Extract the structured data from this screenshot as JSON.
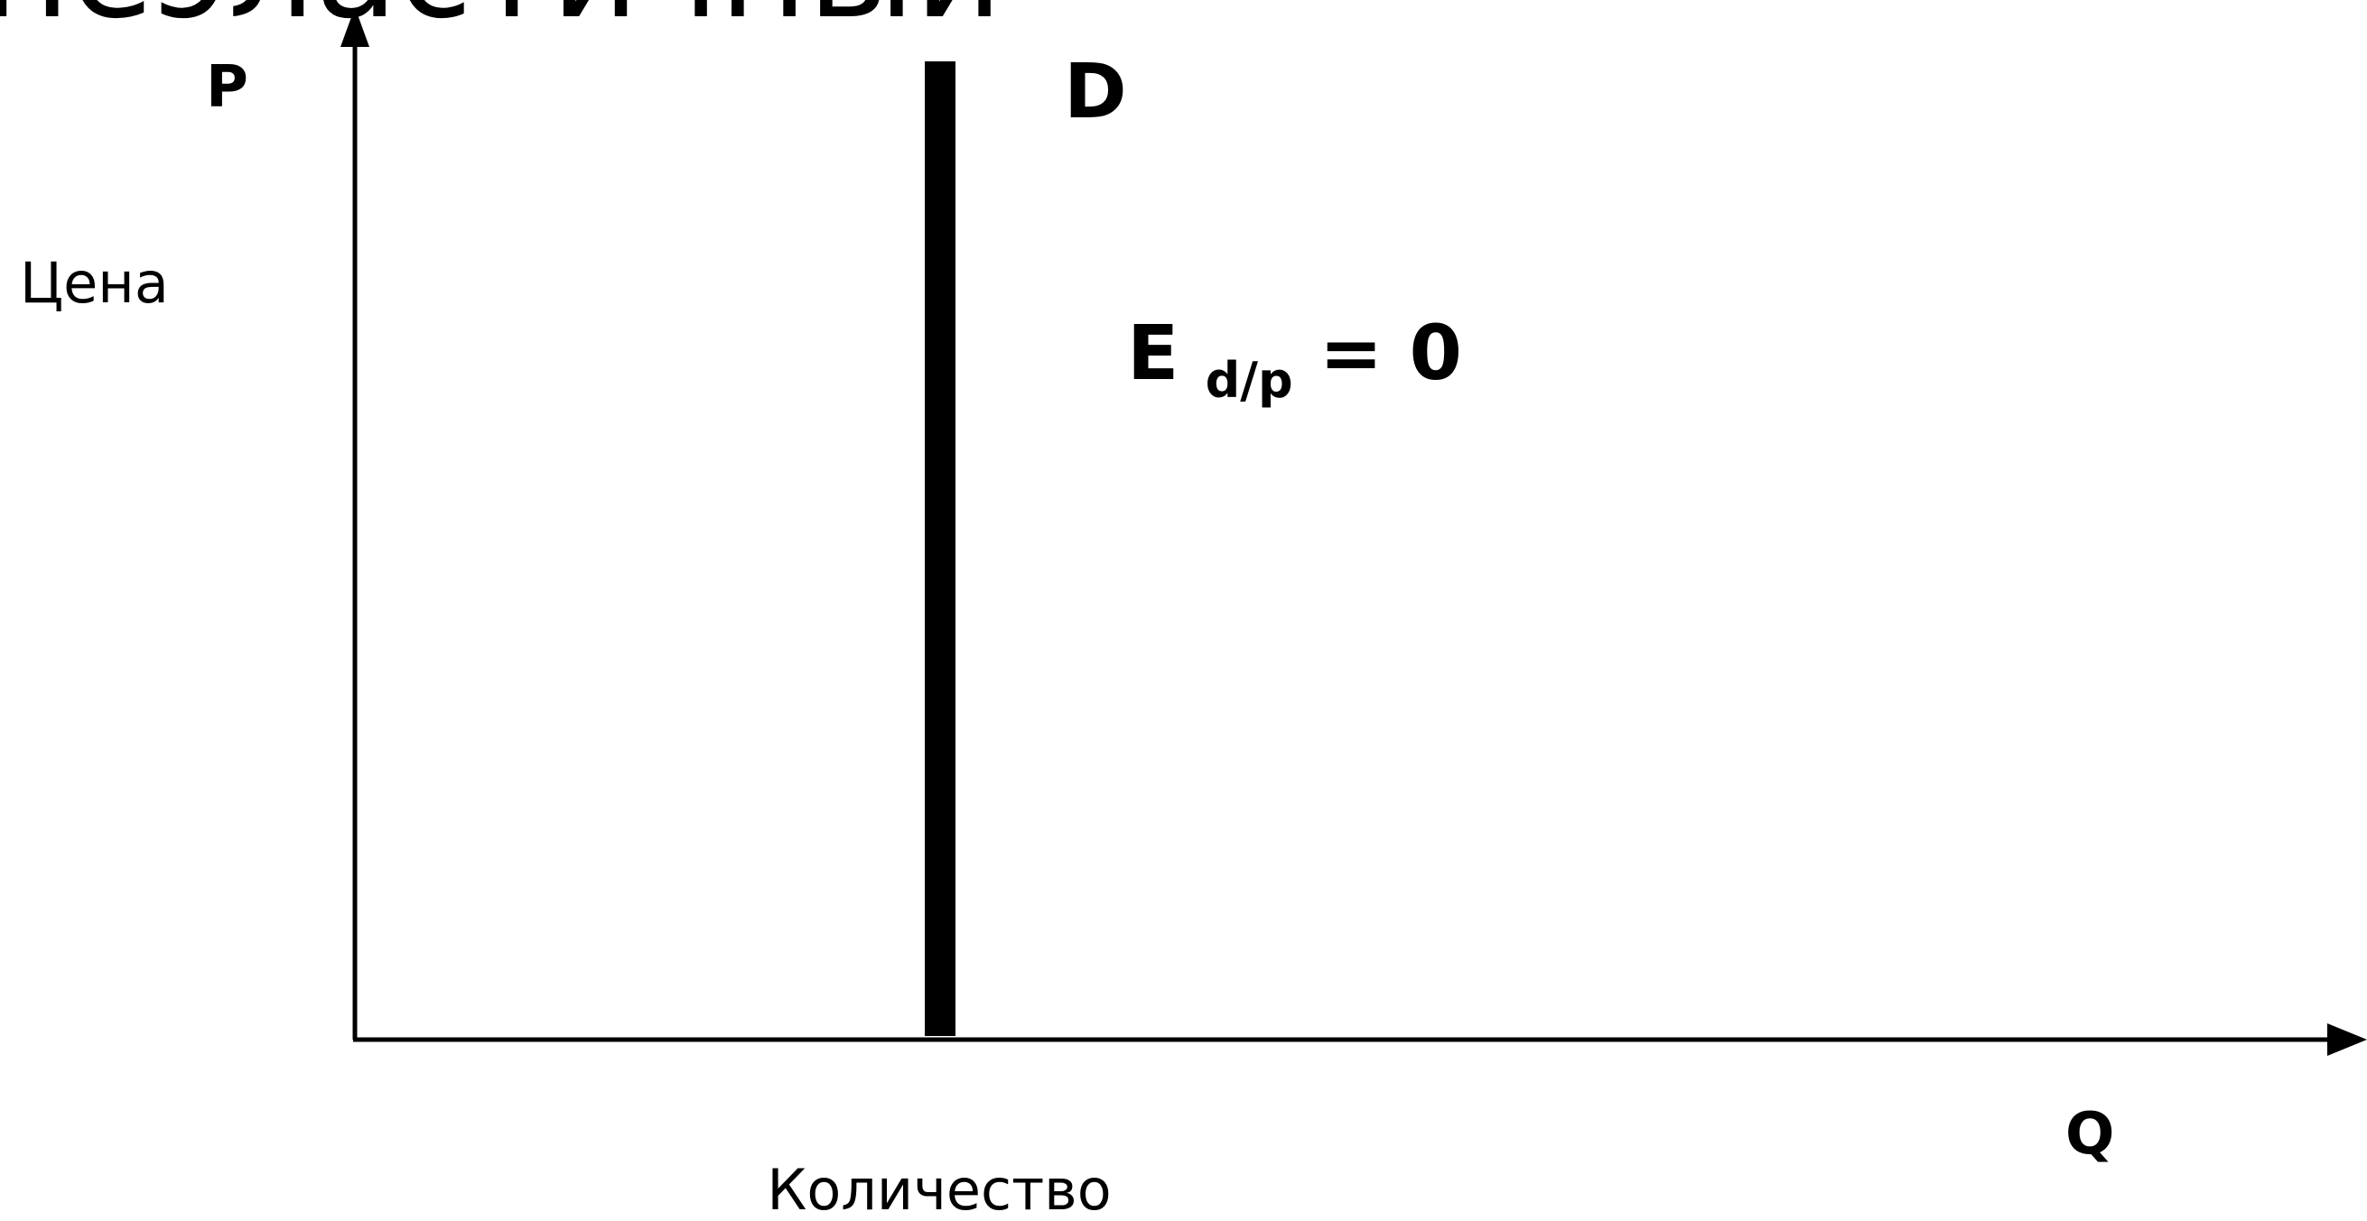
{
  "heading": {
    "fragment": "неэластичный"
  },
  "axes": {
    "y_symbol": "P",
    "y_label": "Цена",
    "x_symbol": "Q",
    "x_label": "Количество"
  },
  "curve": {
    "label": "D",
    "type": "perfectly inelastic demand (vertical line)"
  },
  "formula": {
    "main": "E",
    "subscript": "d/p",
    "rest": " = 0"
  },
  "colors": {
    "background": "#ffffff",
    "ink": "#000000"
  }
}
